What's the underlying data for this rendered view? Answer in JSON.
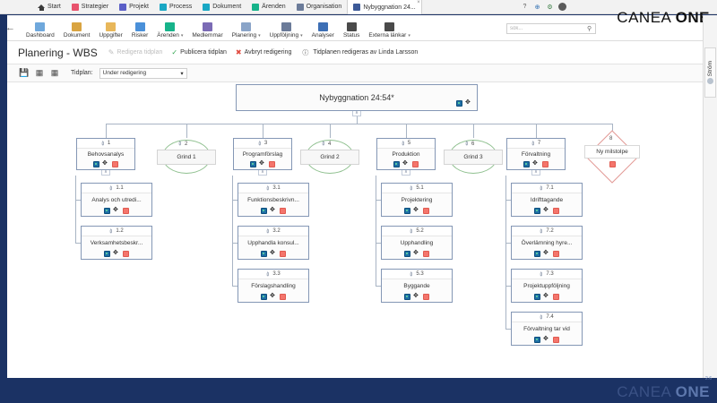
{
  "window": {
    "brand_thin": "CANEA ",
    "brand_bold": "ONE",
    "version": "2.6"
  },
  "module_tabs": [
    {
      "label": "Start",
      "icon": "home-icon",
      "color": "#3a3a3a",
      "active": false
    },
    {
      "label": "Strategier",
      "icon": "strategy-icon",
      "color": "#e8536d",
      "active": false
    },
    {
      "label": "Projekt",
      "icon": "project-icon",
      "color": "#5b5fc7",
      "active": false
    },
    {
      "label": "Process",
      "icon": "process-icon",
      "color": "#19a7c4",
      "active": false
    },
    {
      "label": "Dokument",
      "icon": "document-icon",
      "color": "#19a7c4",
      "active": false
    },
    {
      "label": "Ärenden",
      "icon": "case-icon",
      "color": "#17b38a",
      "active": false
    },
    {
      "label": "Organisation",
      "icon": "organisation-icon",
      "color": "#6b7b99",
      "active": false
    },
    {
      "label": "Nybyggnation 24...",
      "icon": "wbs-icon",
      "color": "#3d5a98",
      "active": true
    }
  ],
  "tab_close_label": "×",
  "top_icons": [
    {
      "name": "help-icon",
      "glyph": "?"
    },
    {
      "name": "globe-icon",
      "glyph": "⊕"
    },
    {
      "name": "settings-gear-icon",
      "glyph": "⚙"
    },
    {
      "name": "user-avatar-icon",
      "glyph": "●"
    }
  ],
  "collapse_arrow_glyph": "^",
  "back_arrow_glyph": "←",
  "nav_items": [
    {
      "label": "Dashboard",
      "icon": "dashboard-icon",
      "color": "#6fa8dc",
      "caret": false
    },
    {
      "label": "Dokument",
      "icon": "document-folder-icon",
      "color": "#d9a441",
      "caret": false
    },
    {
      "label": "Uppgifter",
      "icon": "tasks-icon",
      "color": "#e8b75a",
      "caret": false
    },
    {
      "label": "Risker",
      "icon": "risk-flag-icon",
      "color": "#4a90d9",
      "caret": false
    },
    {
      "label": "Ärenden",
      "icon": "cases-icon",
      "color": "#17b38a",
      "caret": true
    },
    {
      "label": "Medlemmar",
      "icon": "members-icon",
      "color": "#7b6bb5",
      "caret": false
    },
    {
      "label": "Planering",
      "icon": "planning-icon",
      "color": "#8aa4c8",
      "caret": true
    },
    {
      "label": "Uppföljning",
      "icon": "followup-icon",
      "color": "#6b7b99",
      "caret": true
    },
    {
      "label": "Analyser",
      "icon": "analysis-chart-icon",
      "color": "#3d6fb5",
      "caret": false
    },
    {
      "label": "Status",
      "icon": "status-icon",
      "color": "#4a4a4a",
      "caret": false
    },
    {
      "label": "Externa länkar",
      "icon": "external-link-icon",
      "color": "#4a4a4a",
      "caret": true
    }
  ],
  "search": {
    "placeholder": "sök...",
    "value": "",
    "icon": "search-icon"
  },
  "page": {
    "title": "Planering - WBS",
    "actions": [
      {
        "label": "Redigera tidplan",
        "icon": "pencil-icon",
        "glyph": "✎",
        "disabled": true,
        "color": "#bdbdbd"
      },
      {
        "label": "Publicera tidplan",
        "icon": "check-icon",
        "glyph": "✓",
        "disabled": false,
        "color": "#35a853"
      },
      {
        "label": "Avbryt redigering",
        "icon": "cancel-x-icon",
        "glyph": "✖",
        "disabled": false,
        "color": "#e04a3f"
      }
    ],
    "info_icon_glyph": "ⓘ",
    "info_text": "Tidplanen redigeras av Linda Larsson"
  },
  "toolbar": {
    "icons": [
      {
        "name": "save-icon",
        "glyph": "Ὃe"
      },
      {
        "name": "expand-tree-icon",
        "glyph": "☷"
      },
      {
        "name": "collapse-tree-icon",
        "glyph": "☷"
      }
    ],
    "select_label": "Tidplan:",
    "select_value": "Under redigering",
    "select_caret": "▾"
  },
  "right_rail": {
    "label": "Ström",
    "icon": "stream-bubble-icon"
  },
  "scrollbar": {
    "up_glyph": "▲",
    "down_glyph": "▼"
  },
  "wbs": {
    "node_icons": {
      "screen": "screen-icon",
      "move": "move-icon",
      "delete": "delete-icon",
      "link": "link-icon"
    },
    "move_glyph": "✥",
    "link_glyph": "✐",
    "collapse_glyph": "∧",
    "root": {
      "id": "root",
      "number": "",
      "label": "Nybyggnation 24:54*",
      "type": "root"
    },
    "level2": [
      {
        "number": "1",
        "label": "Behovsanalys",
        "type": "task"
      },
      {
        "number": "2",
        "label": "Grind 1",
        "type": "gate"
      },
      {
        "number": "3",
        "label": "Programförslag",
        "type": "task"
      },
      {
        "number": "4",
        "label": "Grind 2",
        "type": "gate"
      },
      {
        "number": "5",
        "label": "Produktion",
        "type": "task"
      },
      {
        "number": "6",
        "label": "Grind 3",
        "type": "gate"
      },
      {
        "number": "7",
        "label": "Förvaltning",
        "type": "task"
      },
      {
        "number": "8",
        "label": "Ny milstolpe",
        "type": "milestone"
      }
    ],
    "children": {
      "1": [
        {
          "number": "1.1",
          "label": "Analys och utredi..."
        },
        {
          "number": "1.2",
          "label": "Verksamhetsbeskr..."
        }
      ],
      "3": [
        {
          "number": "3.1",
          "label": "Funktionsbeskrivn..."
        },
        {
          "number": "3.2",
          "label": "Upphandla konsul..."
        },
        {
          "number": "3.3",
          "label": "Förslagshandling"
        }
      ],
      "5": [
        {
          "number": "5.1",
          "label": "Projektering"
        },
        {
          "number": "5.2",
          "label": "Upphandling"
        },
        {
          "number": "5.3",
          "label": "Byggande"
        }
      ],
      "7": [
        {
          "number": "7.1",
          "label": "Idrifttagande"
        },
        {
          "number": "7.2",
          "label": "Överlämning hyre..."
        },
        {
          "number": "7.3",
          "label": "Projektuppföljning"
        },
        {
          "number": "7.4",
          "label": "Förvaltning tar vid"
        }
      ]
    }
  }
}
